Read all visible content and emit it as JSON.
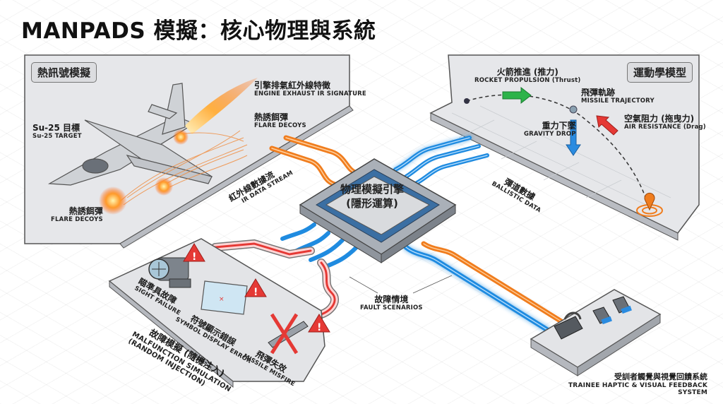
{
  "title": "MANPADS 模擬：核心物理與系統",
  "thermal_panel": {
    "tag": "熱訊號模擬",
    "target": {
      "cn": "Su-25 目標",
      "en": "Su-25 TARGET"
    },
    "exhaust": {
      "cn": "引擎排氣紅外線特徵",
      "en": "ENGINE EXHAUST IR SIGNATURE"
    },
    "flares_top": {
      "cn": "熱誘餌彈",
      "en": "FLARE DECOYS"
    },
    "flares_bottom": {
      "cn": "熱誘餌彈",
      "en": "FLARE DECOYS"
    }
  },
  "kinematics_panel": {
    "tag": "運動學模型",
    "thrust": {
      "cn": "火箭推進 (推力)",
      "en": "ROCKET PROPULSION (Thrust)"
    },
    "trajectory": {
      "cn": "飛彈軌跡",
      "en": "MISSILE TRAJECTORY"
    },
    "gravity": {
      "cn": "重力下墜",
      "en": "GRAVITY DROP"
    },
    "drag": {
      "cn": "空氣阻力 (拖曳力)",
      "en": "AIR RESISTANCE (Drag)"
    }
  },
  "engine": {
    "line1": "物理模擬引擎",
    "line2": "(隱形運算)"
  },
  "streams": {
    "ir": {
      "cn": "紅外線數據流",
      "en": "IR DATA STREAM"
    },
    "ballistic": {
      "cn": "彈道數據",
      "en": "BALLISTIC DATA"
    },
    "fault": {
      "cn": "故障情境",
      "en": "FAULT SCENARIOS"
    }
  },
  "malfunction_panel": {
    "title_cn": "故障模擬 (隨機注入)",
    "title_en1": "MALFUNCTION SIMULATION",
    "title_en2": "(RANDOM INJECTION)",
    "sight": {
      "cn": "瞄準具故障",
      "en": "SIGHT FAILURE"
    },
    "display": {
      "cn": "符號顯示錯誤",
      "en": "SYMBOL DISPLAY ERROR"
    },
    "misfire": {
      "cn": "飛彈失效",
      "en": "MISSILE MISFIRE"
    }
  },
  "feedback": {
    "cn": "受訓者觸覺與視覺回饋系統",
    "en": "TRAINEE HAPTIC & VISUAL FEEDBACK SYSTEM"
  },
  "colors": {
    "ir_stream": "#f07d1e",
    "data_stream": "#1f8be0",
    "fault_stream": "#e53935",
    "thrust": "#2db34a",
    "drag": "#e53935",
    "gravity": "#2a8be0"
  }
}
